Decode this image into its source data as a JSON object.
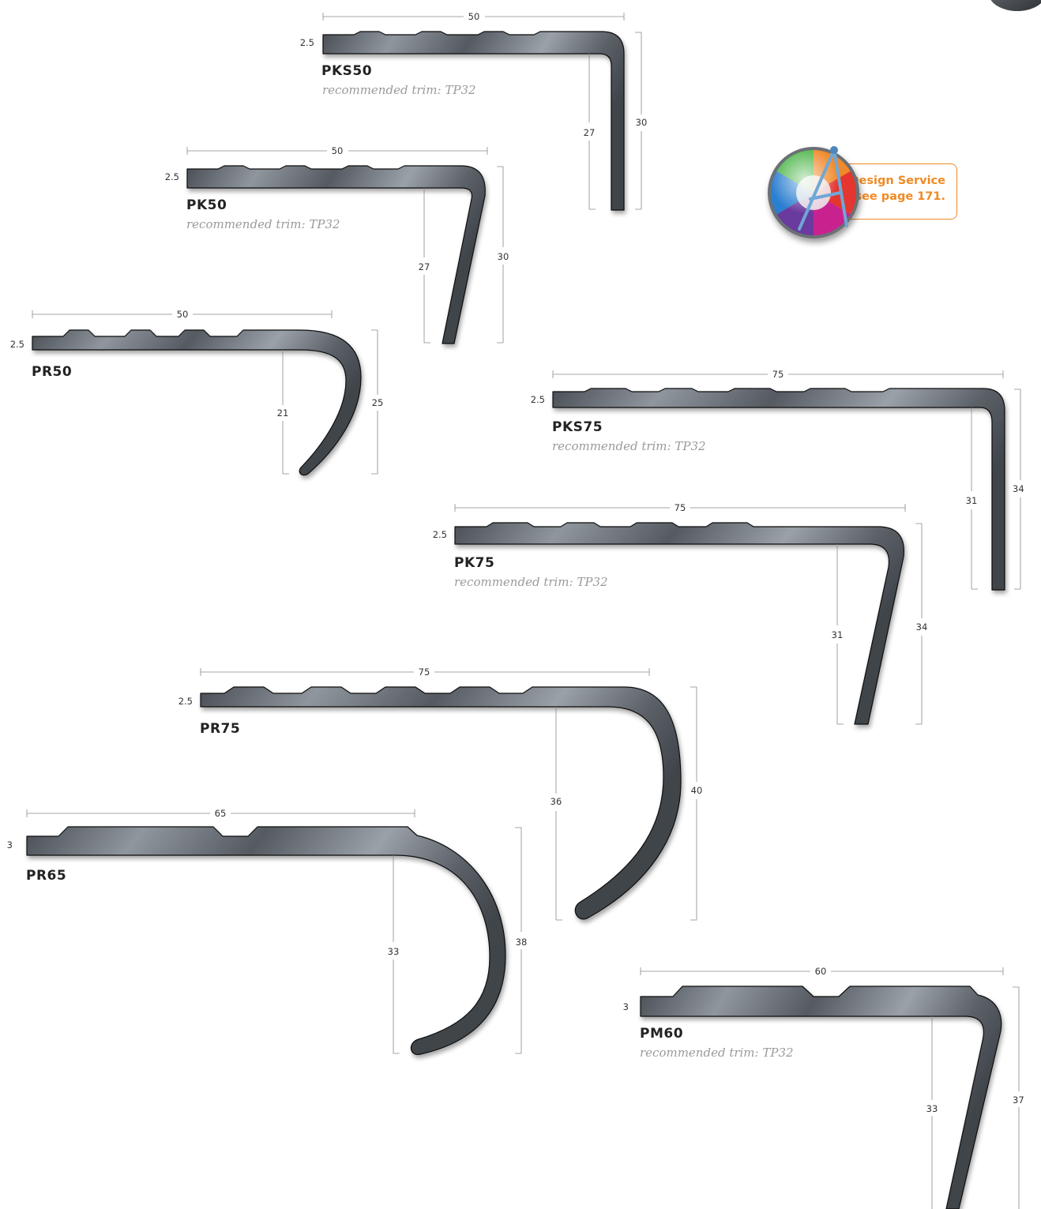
{
  "badge": {
    "line1": "Design Service",
    "line2": "see page 171.",
    "accent_color": "#f08a24"
  },
  "profiles": [
    {
      "id": "PKS50",
      "name": "PKS50",
      "trim": "recommended trim: TP32",
      "dims": {
        "width": "50",
        "thickness": "2.5",
        "inner_drop": "27",
        "outer_drop": "30"
      }
    },
    {
      "id": "PK50",
      "name": "PK50",
      "trim": "recommended trim: TP32",
      "dims": {
        "width": "50",
        "thickness": "2.5",
        "inner_drop": "27",
        "outer_drop": "30"
      }
    },
    {
      "id": "PR50",
      "name": "PR50",
      "trim": "",
      "dims": {
        "width": "50",
        "thickness": "2.5",
        "inner_drop": "21",
        "outer_drop": "25"
      }
    },
    {
      "id": "PKS75",
      "name": "PKS75",
      "trim": "recommended trim: TP32",
      "dims": {
        "width": "75",
        "thickness": "2.5",
        "inner_drop": "31",
        "outer_drop": "34"
      }
    },
    {
      "id": "PK75",
      "name": "PK75",
      "trim": "recommended trim: TP32",
      "dims": {
        "width": "75",
        "thickness": "2.5",
        "inner_drop": "31",
        "outer_drop": "34"
      }
    },
    {
      "id": "PR75",
      "name": "PR75",
      "trim": "",
      "dims": {
        "width": "75",
        "thickness": "2.5",
        "inner_drop": "36",
        "outer_drop": "40"
      }
    },
    {
      "id": "PR65",
      "name": "PR65",
      "trim": "",
      "dims": {
        "width": "65",
        "thickness": "3",
        "inner_drop": "33",
        "outer_drop": "38"
      }
    },
    {
      "id": "PM60",
      "name": "PM60",
      "trim": "recommended trim: TP32",
      "dims": {
        "width": "60",
        "thickness": "3",
        "inner_drop": "33",
        "outer_drop": "37"
      }
    }
  ],
  "colors": {
    "profile_dark": "#4c5158",
    "profile_light": "#8e959c",
    "dimension_line": "#8a8a8a",
    "label": "#222222",
    "trim_text": "#9a9a9a"
  }
}
